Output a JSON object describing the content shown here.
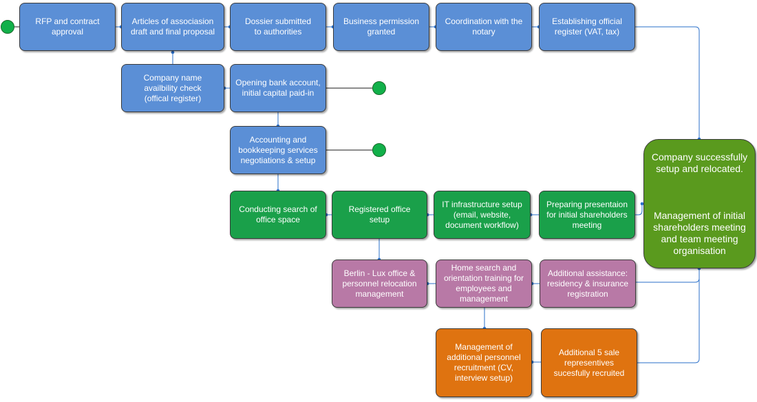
{
  "nodes": {
    "rfp": "RFP and contract\napproval",
    "articles": "Articles of associasion\ndraft and final proposal",
    "dossier": "Dossier submitted\nto authorities",
    "permission": "Business permission\ngranted",
    "notary": "Coordination with the\nnotary",
    "register": "Establishing official\nregister (VAT, tax)",
    "name_check": "Company name\navailbility check\n(offical register)",
    "bank": "Opening bank account,\ninitial capital paid-in",
    "accounting": "Accounting and\nbookkeeping services\nnegotiations & setup",
    "office_search": "Conducting search of\noffice space",
    "registered_office": "Registered office\nsetup",
    "it": "IT infrastructure setup\n(email, website,\ndocument workflow)",
    "presentation": "Preparing presentaion\nfor initial shareholders\nmeeting",
    "berlin": "Berlin - Lux office &\npersonnel relocation\nmanagement",
    "home_search": "Home search and\norientation training for\nemployees and\nmanagement",
    "assistance": "Additional assistance:\nresidency & insurance\nregistration",
    "recruitment": "Management of\nadditional personnel\nrecruitment (CV,\ninterview setup)",
    "sales_reps": "Additional 5 sale\nrepresentives\nsucesfully recruited",
    "final_line1": "Company successfully\nsetup and relocated.",
    "final_line2": "Management of initial\nshareholders meeting\nand team meeting\norganisation"
  },
  "colors": {
    "blue": "#5b8fd6",
    "green": "#1aa04a",
    "purple": "#b879a6",
    "orange": "#df7310",
    "olive": "#5a9a1e",
    "connector": "#2a6fc9",
    "terminal": "#12b04a"
  }
}
